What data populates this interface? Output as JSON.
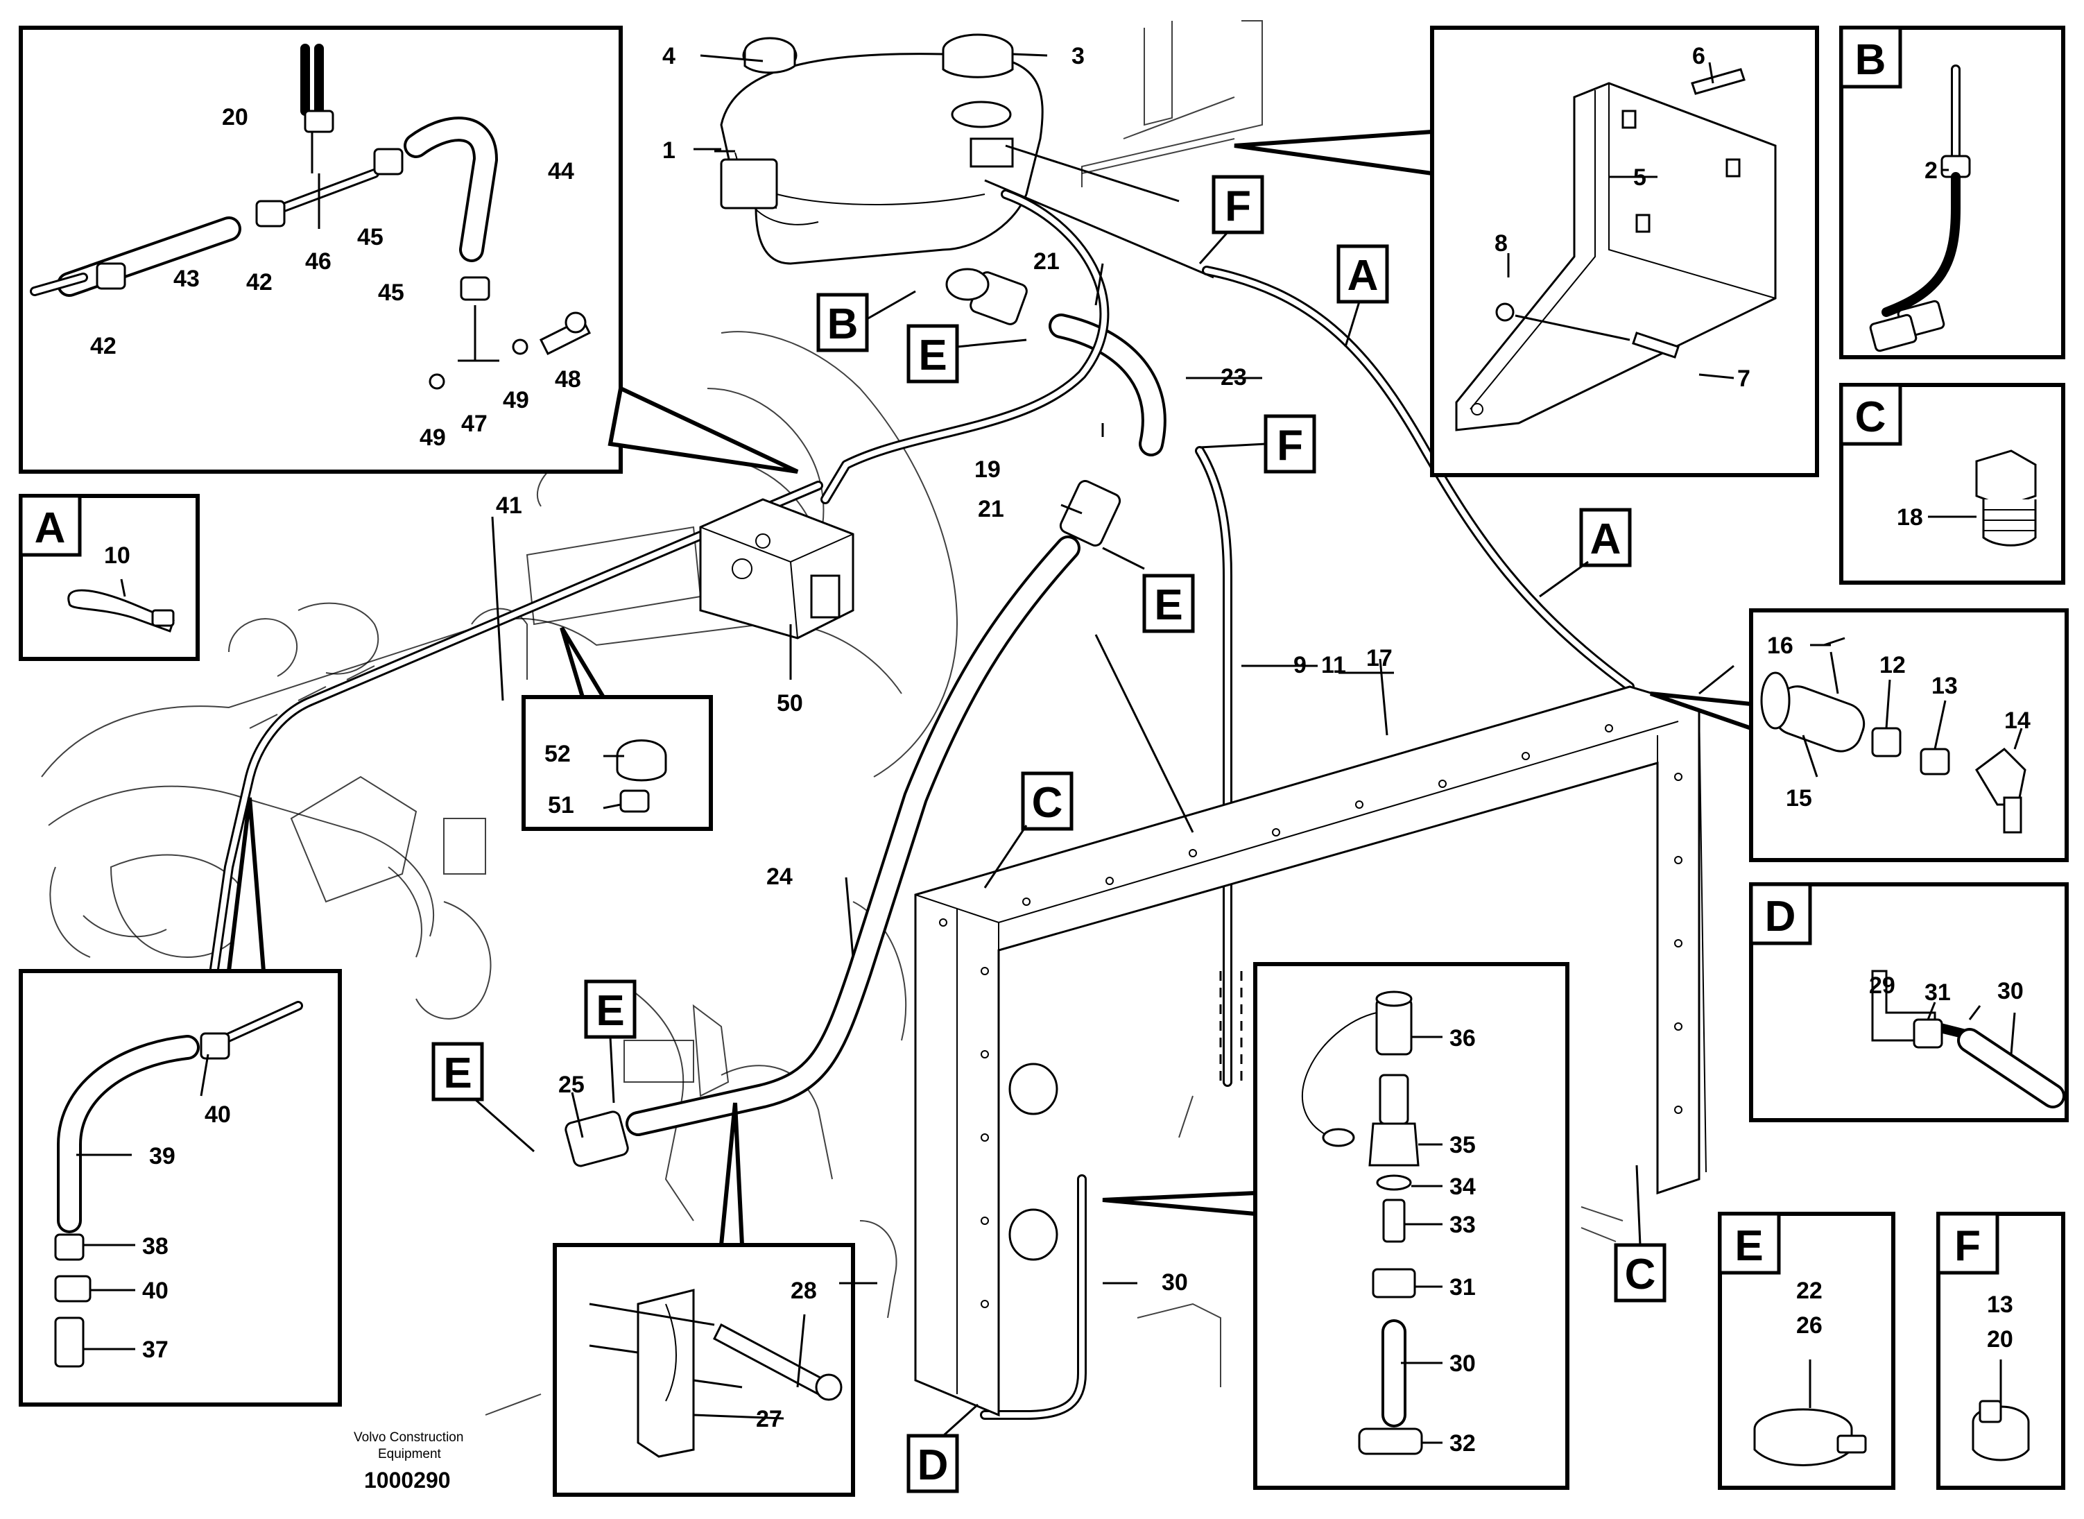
{
  "diagram": {
    "numbers": {
      "n1": "1",
      "n2": "2",
      "n3": "3",
      "n4": "4",
      "n5": "5",
      "n6": "6",
      "n7": "7",
      "n8": "8",
      "n9": "9",
      "n10": "10",
      "n11": "11",
      "n12": "12",
      "n13": "13",
      "n14": "14",
      "n15": "15",
      "n16": "16",
      "n17": "17",
      "n18": "18",
      "n19": "19",
      "n20": "20",
      "n21": "21",
      "n22": "22",
      "n23": "23",
      "n24": "24",
      "n25": "25",
      "n26": "26",
      "n27": "27",
      "n28": "28",
      "n29": "29",
      "n30": "30",
      "n31": "31",
      "n32": "32",
      "n33": "33",
      "n34": "34",
      "n35": "35",
      "n36": "36",
      "n37": "37",
      "n38": "38",
      "n39": "39",
      "n40": "40",
      "n41": "41",
      "n42": "42",
      "n43": "43",
      "n44": "44",
      "n45": "45",
      "n46": "46",
      "n47": "47",
      "n48": "48",
      "n49": "49",
      "n50": "50",
      "n51": "51",
      "n52": "52"
    },
    "letters": {
      "a": "A",
      "b": "B",
      "c": "C",
      "d": "D",
      "e": "E",
      "f": "F"
    },
    "footer": {
      "company_line1": "Volvo Construction",
      "company_line2": "Equipment",
      "drawing_number": "1000290"
    }
  }
}
